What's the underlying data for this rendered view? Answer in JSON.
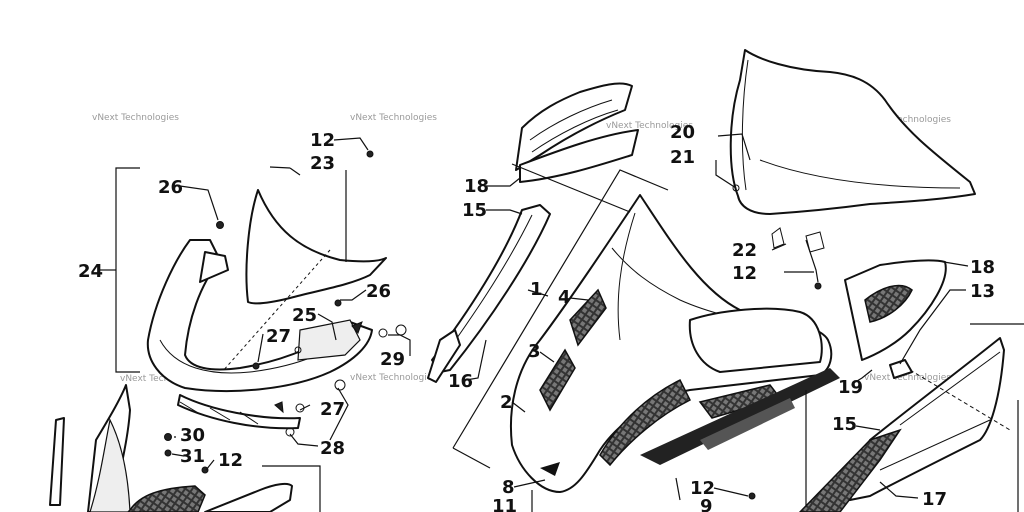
{
  "diagram": {
    "watermark_text": "vNext Technologies",
    "callouts": {
      "c1": "1",
      "c2": "2",
      "c3": "3",
      "c4": "4",
      "c8": "8",
      "c9": "9",
      "c11": "11",
      "c12a": "12",
      "c12b": "12",
      "c12c": "12",
      "c12d": "12",
      "c13": "13",
      "c15a": "15",
      "c15b": "15",
      "c16": "16",
      "c17": "17",
      "c18a": "18",
      "c18b": "18",
      "c19": "19",
      "c20": "20",
      "c21": "21",
      "c22": "22",
      "c23": "23",
      "c24": "24",
      "c25": "25",
      "c26a": "26",
      "c26b": "26",
      "c27a": "27",
      "c27b": "27",
      "c28": "28",
      "c29": "29",
      "c30": "30",
      "c31": "31"
    }
  }
}
